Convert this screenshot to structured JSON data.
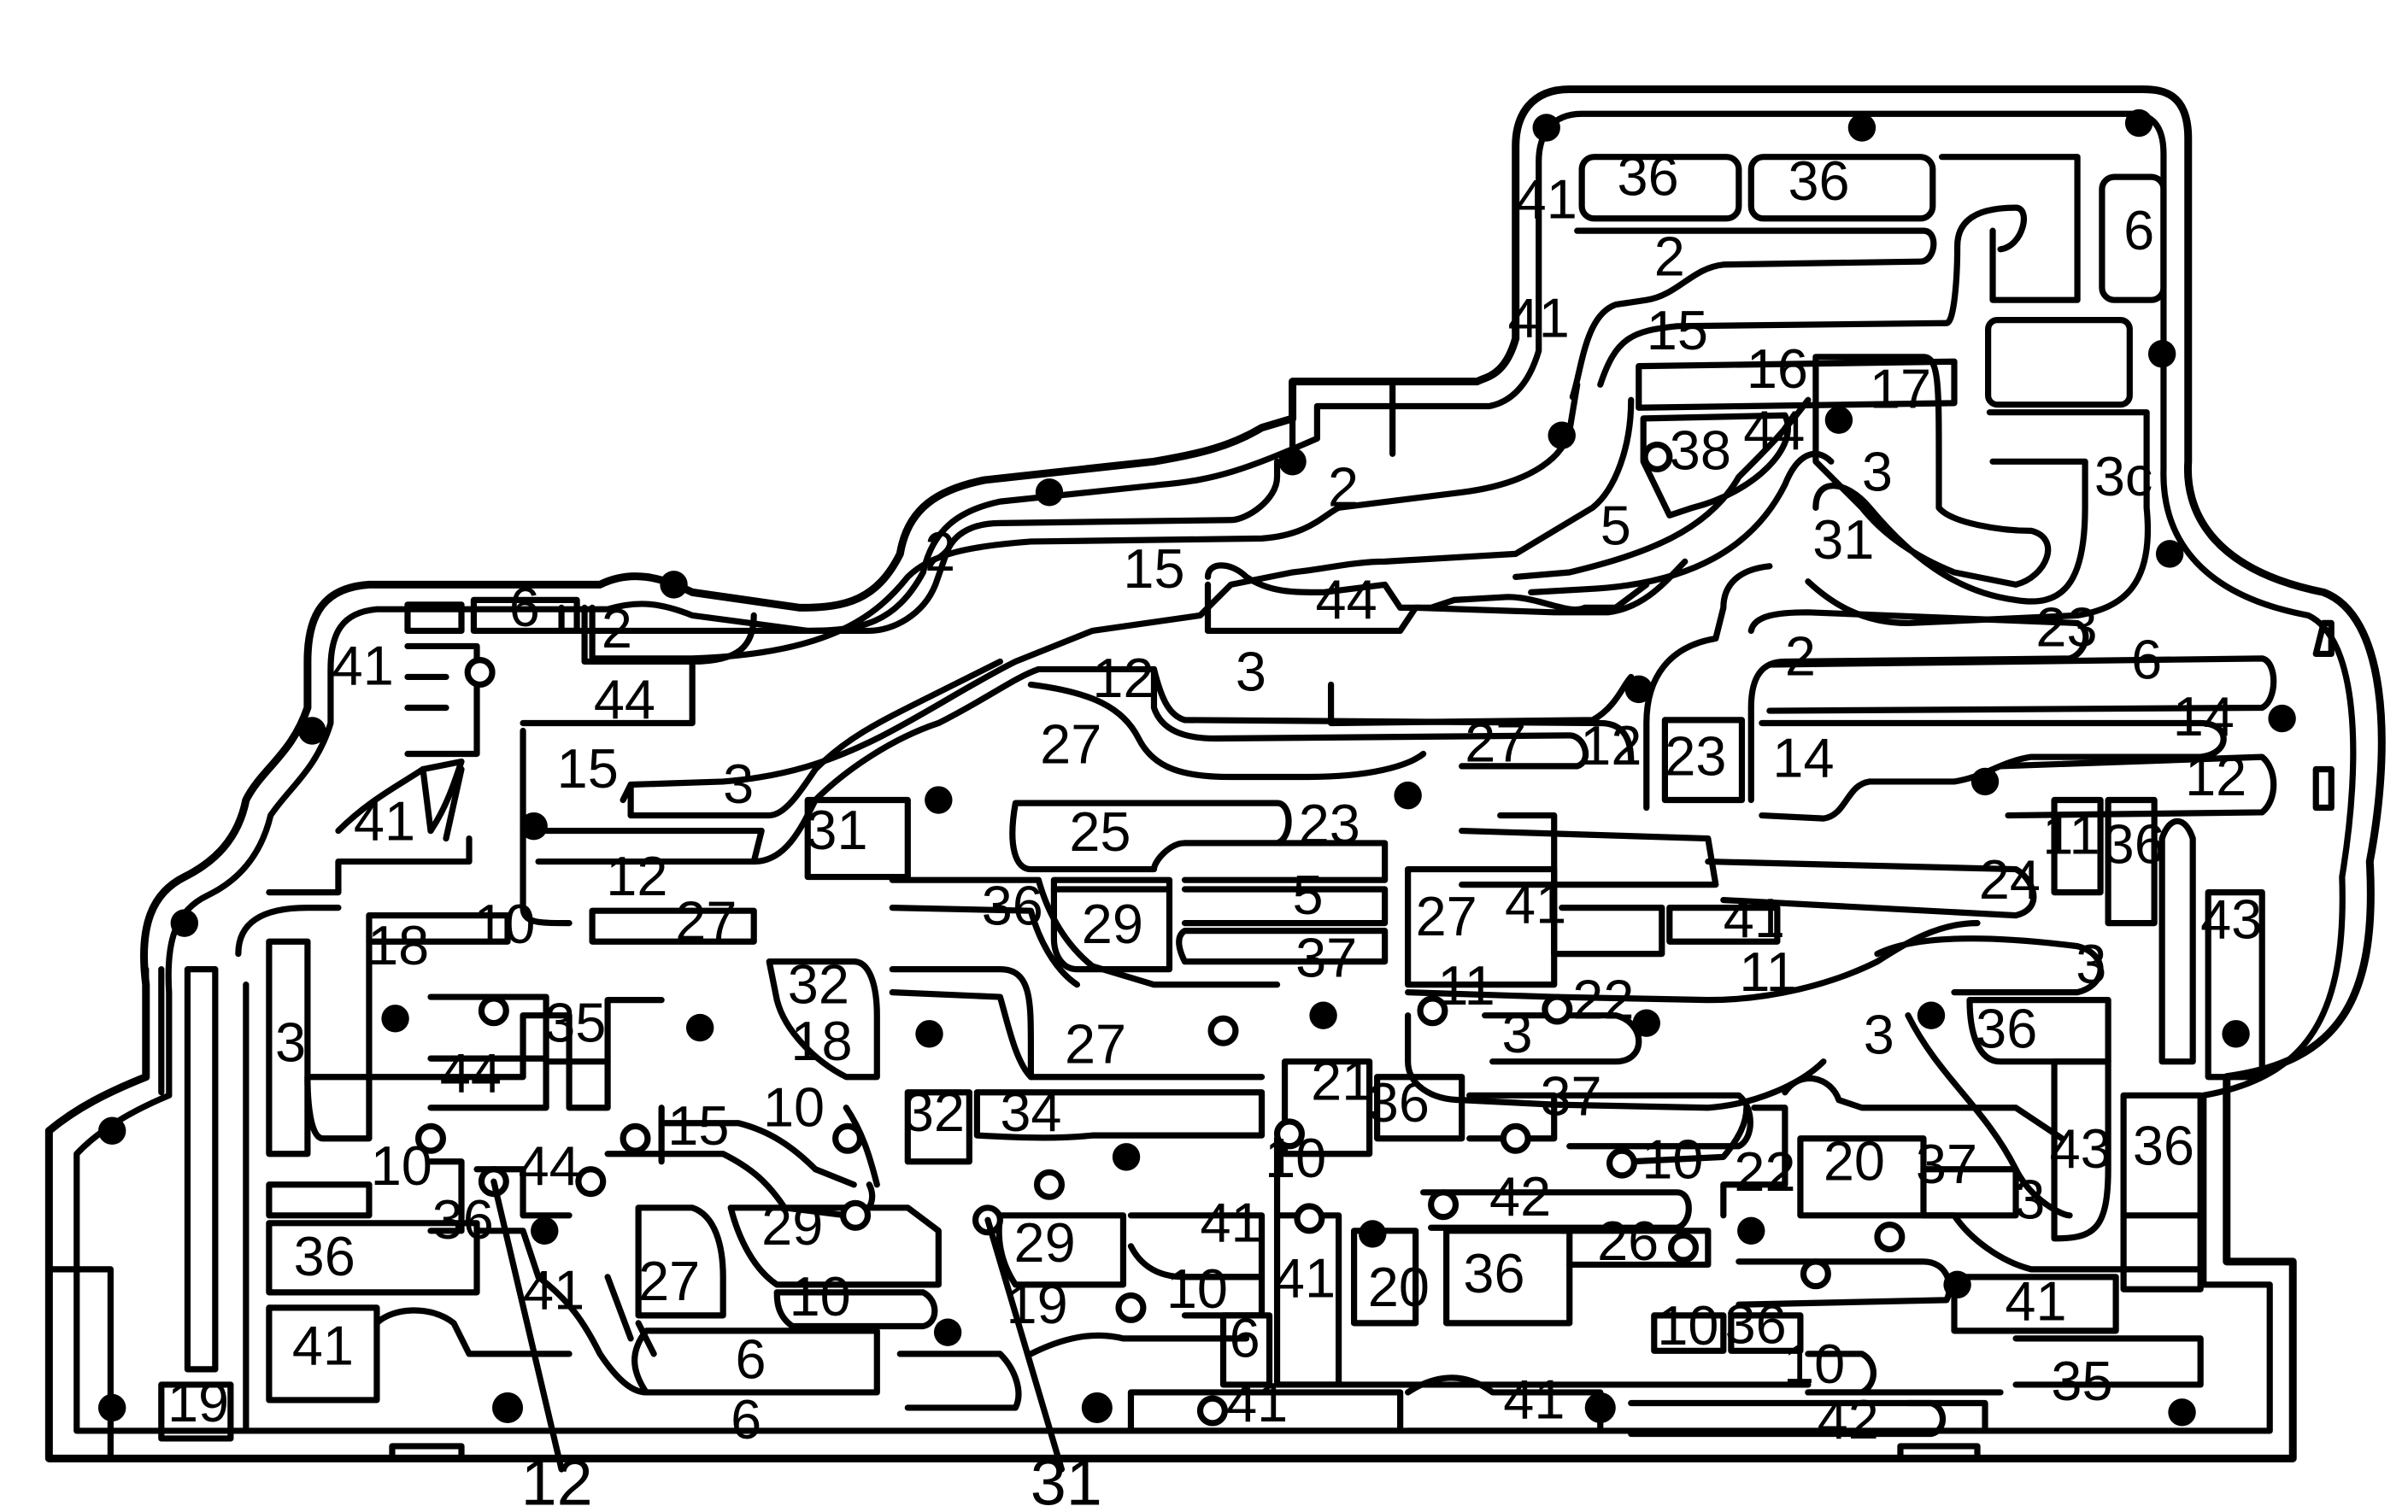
{
  "diagram": {
    "callouts": [
      {
        "id": "callout-12",
        "text": "12"
      },
      {
        "id": "callout-31",
        "text": "31"
      }
    ],
    "labels": [
      "36",
      "36",
      "41",
      "6",
      "2",
      "41",
      "15",
      "16",
      "17",
      "38",
      "44",
      "3",
      "3c",
      "5",
      "31",
      "2",
      "15",
      "44",
      "23",
      "2",
      "2",
      "6",
      "6",
      "41",
      "2",
      "44",
      "3",
      "12",
      "27",
      "27",
      "12",
      "23",
      "14",
      "14",
      "12",
      "15",
      "3",
      "31",
      "25",
      "23",
      "41",
      "11",
      "36",
      "12",
      "24",
      "10",
      "27",
      "36",
      "5",
      "29",
      "27",
      "41",
      "41",
      "43",
      "18",
      "37",
      "11",
      "11",
      "22",
      "3",
      "32",
      "35",
      "3",
      "3",
      "3",
      "36",
      "27",
      "18",
      "21",
      "36",
      "37",
      "44",
      "10",
      "15",
      "32",
      "34",
      "10",
      "10",
      "43",
      "36",
      "10",
      "44",
      "42",
      "22",
      "20",
      "37",
      "36",
      "29",
      "29",
      "41",
      "3",
      "26",
      "36",
      "27",
      "10",
      "41",
      "19",
      "41",
      "20",
      "36",
      "41",
      "6",
      "10",
      "41",
      "10",
      "36",
      "35",
      "6",
      "19",
      "10",
      "6",
      "41",
      "41",
      "42"
    ]
  }
}
